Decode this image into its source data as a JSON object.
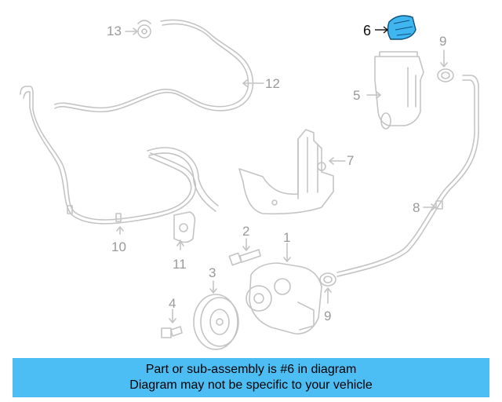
{
  "colors": {
    "line": "#c4c4c4",
    "highlight_part": "#3fb6f0",
    "banner_bg": "#4dbef4",
    "active_label": "#111111"
  },
  "labels": {
    "p1": "1",
    "p2": "2",
    "p3": "3",
    "p4": "4",
    "p5": "5",
    "p6": "6",
    "p7": "7",
    "p8": "8",
    "p9_top": "9",
    "p9_bottom": "9",
    "p10": "10",
    "p11": "11",
    "p12": "12",
    "p13": "13"
  },
  "banner": {
    "line1": "Part or sub-assembly is #6 in diagram",
    "line2": "Diagram may not be specific to your vehicle"
  }
}
